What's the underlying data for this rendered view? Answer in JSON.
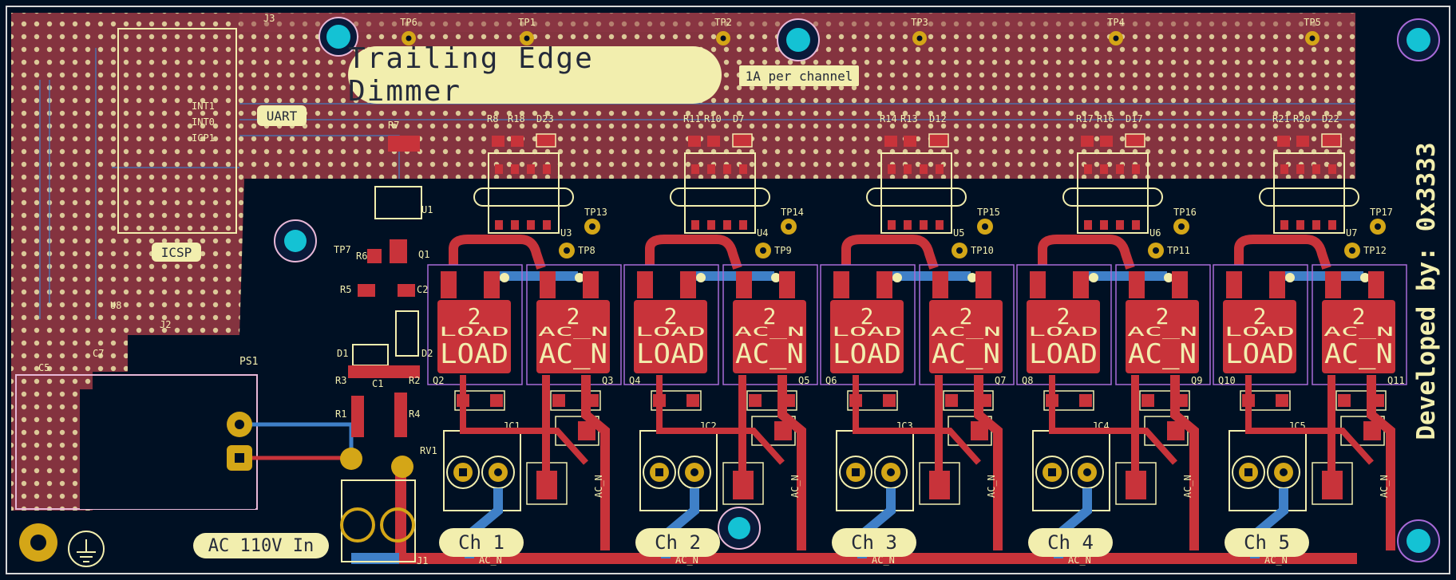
{
  "title": "Trailing Edge Dimmer",
  "current_note": "1A per channel",
  "credit": "Developed by: 0x3333",
  "power_label": "AC 110V In",
  "uart_label": "UART",
  "icsp_label": "ICSP",
  "net_label": "AC_N",
  "channels": [
    {
      "label": "Ch 1",
      "jc": "JC1",
      "u": "U3",
      "tp_a": "TP13",
      "tp_b": "TP8",
      "q_load": "Q2",
      "q_ac": "Q3",
      "rl": "R8",
      "rr": "R18",
      "d": "D23"
    },
    {
      "label": "Ch 2",
      "jc": "JC2",
      "u": "U4",
      "tp_a": "TP14",
      "tp_b": "TP9",
      "q_load": "Q4",
      "q_ac": "Q5",
      "rl": "R11",
      "rr": "R10",
      "d": "D7"
    },
    {
      "label": "Ch 3",
      "jc": "JC3",
      "u": "U5",
      "tp_a": "TP15",
      "tp_b": "TP10",
      "q_load": "Q6",
      "q_ac": "Q7",
      "rl": "R14",
      "rr": "R13",
      "d": "D12"
    },
    {
      "label": "Ch 4",
      "jc": "JC4",
      "u": "U6",
      "tp_a": "TP16",
      "tp_b": "TP11",
      "q_load": "Q8",
      "q_ac": "Q9",
      "rl": "R17",
      "rr": "R16",
      "d": "D17"
    },
    {
      "label": "Ch 5",
      "jc": "JC5",
      "u": "U7",
      "tp_a": "TP17",
      "tp_b": "TP12",
      "q_load": "Q10",
      "q_ac": "Q11",
      "rl": "R21",
      "rr": "R20",
      "d": "D22"
    }
  ],
  "top_testpoints": [
    "TP6",
    "TP1",
    "TP2",
    "TP3",
    "TP4",
    "TP5"
  ],
  "ref_labels": {
    "j3": "J3",
    "int1": "INT1",
    "int0": "INT0",
    "icp1": "ICP1",
    "u8": "U8",
    "ps1": "PS1",
    "j1": "J1",
    "j2": "J2",
    "rv1": "RV1",
    "u1": "U1",
    "q1": "Q1",
    "r7": "R7",
    "r6": "R6",
    "r5": "R5",
    "r1": "R1",
    "r2": "R2",
    "r3": "R3",
    "r4": "R4",
    "c1": "C1",
    "c2": "C2",
    "c5": "C5",
    "c7": "C7",
    "d1": "D1",
    "d2": "D2",
    "tp7": "TP7"
  },
  "colors": {
    "background": "#001023",
    "copper_fill": "#84333f",
    "copper_red": "#c8333a",
    "copper_blue": "#3f80c8",
    "silkscreen": "#f2eeae",
    "pad": "#d4a617",
    "mounting_hole": "#14c2d4"
  }
}
